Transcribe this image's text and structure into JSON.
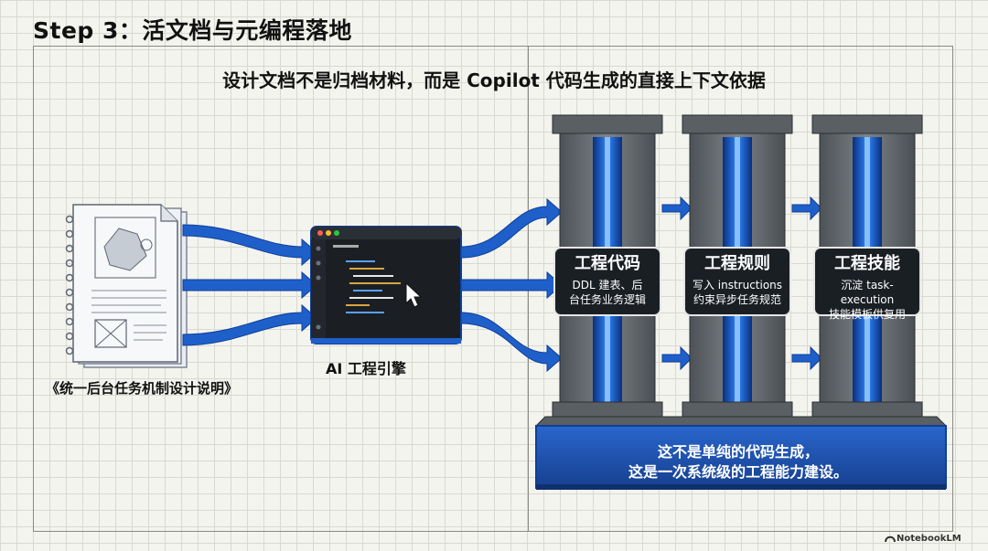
{
  "header": {
    "title": "Step 3：活文档与元编程落地"
  },
  "subtitle": "设计文档不是归档材料，而是 Copilot 代码生成的直接上下文依据",
  "document": {
    "caption": "《统一后台任务机制设计说明》"
  },
  "engine": {
    "caption": "AI 工程引擎"
  },
  "pillars": [
    {
      "title": "工程代码",
      "desc_line1": "DDL 建表、后",
      "desc_line2": "台任务业务逻辑"
    },
    {
      "title": "工程规则",
      "desc_line1": "写入 instructions",
      "desc_line2": "约束异步任务规范"
    },
    {
      "title": "工程技能",
      "desc_line1": "沉淀 task-execution",
      "desc_line2": "技能模板供复用"
    }
  ],
  "base": {
    "line1": "这不是单纯的代码生成，",
    "line2": "这是一次系统级的工程能力建设。"
  },
  "brand": "NotebookLM",
  "colors": {
    "arrow_blue": "#1f5fc9",
    "base_blue": "#1d55b5",
    "pillar_gray": "#6b7075",
    "glow_blue": "#2f86ff"
  }
}
